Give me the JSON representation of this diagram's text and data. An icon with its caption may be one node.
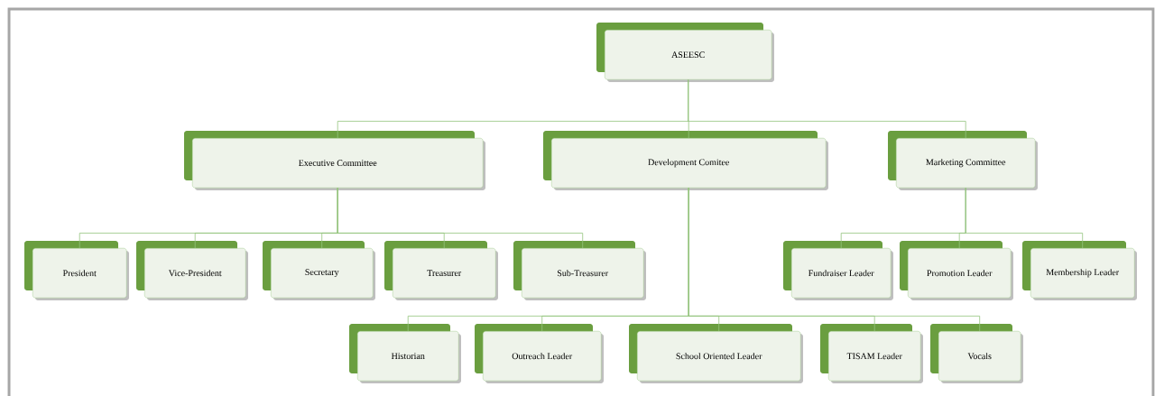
{
  "diagram": {
    "nodes": [
      {
        "text": [
          "ASEESC"
        ]
      },
      {
        "text": [
          "Executive Committee"
        ]
      },
      {
        "text": [
          "Development Comitee"
        ]
      },
      {
        "text": [
          "Marketing Committee"
        ]
      },
      {
        "text": [
          "President"
        ]
      },
      {
        "text": [
          "Vice-President"
        ]
      },
      {
        "text": [
          "Secretary"
        ]
      },
      {
        "text": [
          "Treasurer"
        ]
      },
      {
        "text": [
          "Sub-Treasurer"
        ]
      },
      {
        "text": [
          "Fundraiser Leader"
        ]
      },
      {
        "text": [
          "Promotion Leader"
        ]
      },
      {
        "text": [
          "Membership Leader"
        ]
      },
      {
        "text": [
          "Historian"
        ]
      },
      {
        "text": [
          "Outreach Leader"
        ]
      },
      {
        "text": [
          "School Oriented Leader"
        ]
      },
      {
        "text": [
          "TISAM Leader"
        ]
      },
      {
        "text": [
          "Vocals"
        ]
      }
    ],
    "edges": [
      {
        "from": 0,
        "to": 1,
        "arrow": "none"
      },
      {
        "from": 0,
        "to": 2,
        "arrow": "none"
      },
      {
        "from": 0,
        "to": 3,
        "arrow": "none"
      },
      {
        "from": 1,
        "to": 4,
        "arrow": "none"
      },
      {
        "from": 1,
        "to": 5,
        "arrow": "none"
      },
      {
        "from": 1,
        "to": 6,
        "arrow": "none"
      },
      {
        "from": 1,
        "to": 7,
        "arrow": "none"
      },
      {
        "from": 1,
        "to": 8,
        "arrow": "none"
      },
      {
        "from": 3,
        "to": 9,
        "arrow": "none"
      },
      {
        "from": 3,
        "to": 10,
        "arrow": "none"
      },
      {
        "from": 3,
        "to": 11,
        "arrow": "none"
      },
      {
        "from": 2,
        "to": 12,
        "arrow": "none"
      },
      {
        "from": 2,
        "to": 13,
        "arrow": "none"
      },
      {
        "from": 2,
        "to": 14,
        "arrow": "none"
      },
      {
        "from": 2,
        "to": 15,
        "arrow": "none"
      },
      {
        "from": 2,
        "to": 16,
        "arrow": "none"
      }
    ]
  }
}
